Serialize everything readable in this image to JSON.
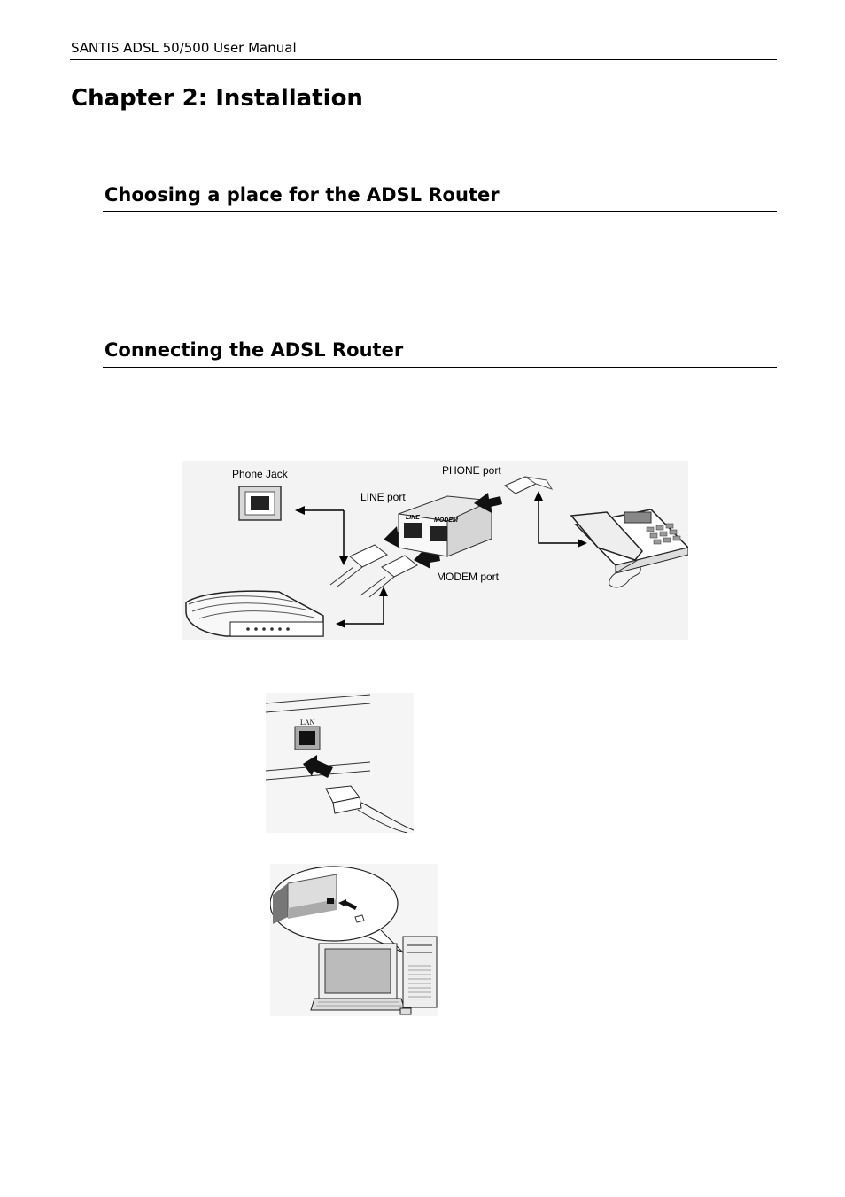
{
  "header": {
    "manual_title": "SANTIS ADSL 50/500 User Manual"
  },
  "chapter": {
    "title": "Chapter 2: Installation"
  },
  "sections": [
    {
      "title": "Choosing a place for the ADSL Router"
    },
    {
      "title": "Connecting the ADSL Router"
    }
  ],
  "figure_splitter": {
    "labels": {
      "phone_jack": "Phone Jack",
      "phone_port": "PHONE port",
      "line_port": "LINE port",
      "modem_port": "MODEM port",
      "splitter_face_left": "LINE",
      "splitter_face_right": "MODEM"
    }
  },
  "figure_lan": {
    "labels": {
      "lan": "LAN"
    }
  }
}
